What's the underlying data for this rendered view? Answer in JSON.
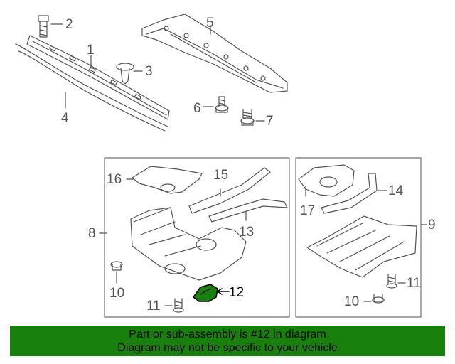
{
  "callouts": {
    "c1": "1",
    "c2": "2",
    "c3": "3",
    "c4": "4",
    "c5": "5",
    "c6": "6",
    "c7": "7",
    "c8": "8",
    "c9": "9",
    "c10a": "10",
    "c10b": "10",
    "c11a": "11",
    "c11b": "11",
    "c12": "12",
    "c13": "13",
    "c14": "14",
    "c15": "15",
    "c16": "16",
    "c17": "17"
  },
  "banner": {
    "line1": "Part or sub-assembly is #12 in diagram",
    "line2": "Diagram may not be specific to your vehicle"
  },
  "colors": {
    "banner_bg": "#1a800d",
    "highlight": "#1a800d",
    "line": "#555555"
  }
}
